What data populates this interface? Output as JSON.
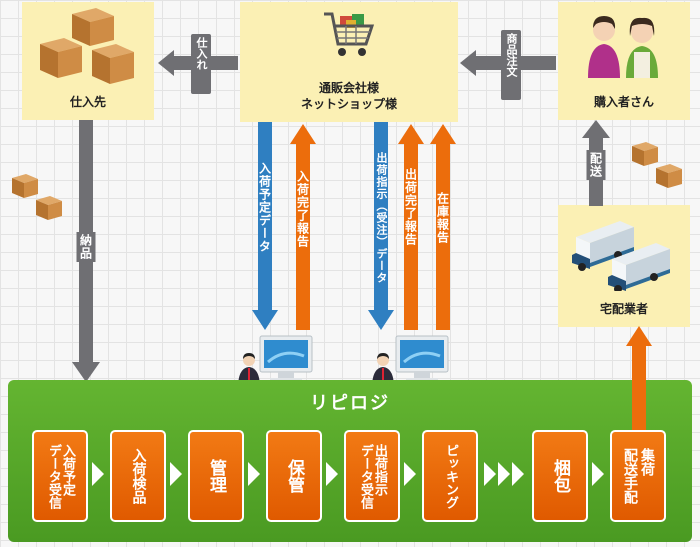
{
  "boxes": {
    "supplier": "仕入先",
    "ecommerce": "通販会社様\nネットショップ様",
    "buyer": "購入者さん",
    "courier": "宅配業者"
  },
  "arrows": {
    "shiire": "仕入れ",
    "shouhin_chuumon": "商品注文",
    "haisou": "配送",
    "nouhin": "納品",
    "nyuka_yotei_data": "入荷予定データ",
    "nyuka_kanryo_houkoku": "入荷完了報告",
    "shukka_shiji_data": "出荷指示︵受注︶データ",
    "shukka_kanryo_houkoku": "出荷完了報告",
    "zaiko_houkoku": "在庫報告"
  },
  "repilogi": {
    "title": "リピロジ",
    "steps": [
      "入荷予定\nデータ受信",
      "入荷検品",
      "管理",
      "保管",
      "出荷指示\nデータ受信",
      "ピッキング",
      "梱包",
      "集荷\n配送手配"
    ]
  },
  "colors": {
    "box": "#fbf0b4",
    "gray_arrow": "#6f6f73",
    "blue_arrow": "#2f7fc1",
    "orange_arrow": "#ec6d0c",
    "band": "#55a628",
    "step": "#ef6e0f"
  },
  "icons": [
    "cardboard-boxes-icon",
    "shopping-cart-icon",
    "buyers-icon",
    "delivery-trucks-icon",
    "computer-monitor-icon",
    "worker-icon"
  ]
}
